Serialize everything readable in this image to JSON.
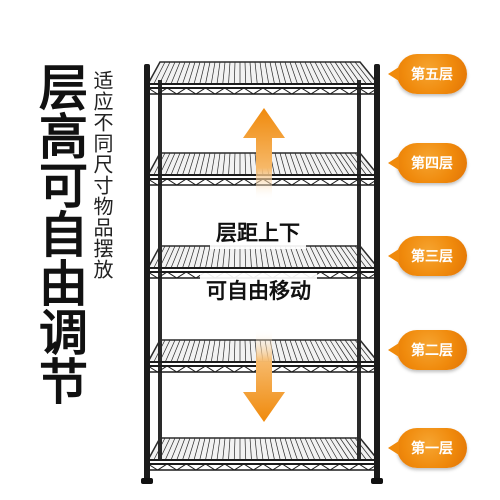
{
  "headline": "层高可自由调节",
  "subheadline": "适应不同尺寸物品摆放",
  "captions": [
    "层距上下",
    "可自由移动"
  ],
  "layer_badges": [
    "第五层",
    "第四层",
    "第三层",
    "第二层",
    "第一层"
  ],
  "colors": {
    "accent": "#f08a0c",
    "rack": "#1e1e1e",
    "text": "#111111"
  }
}
